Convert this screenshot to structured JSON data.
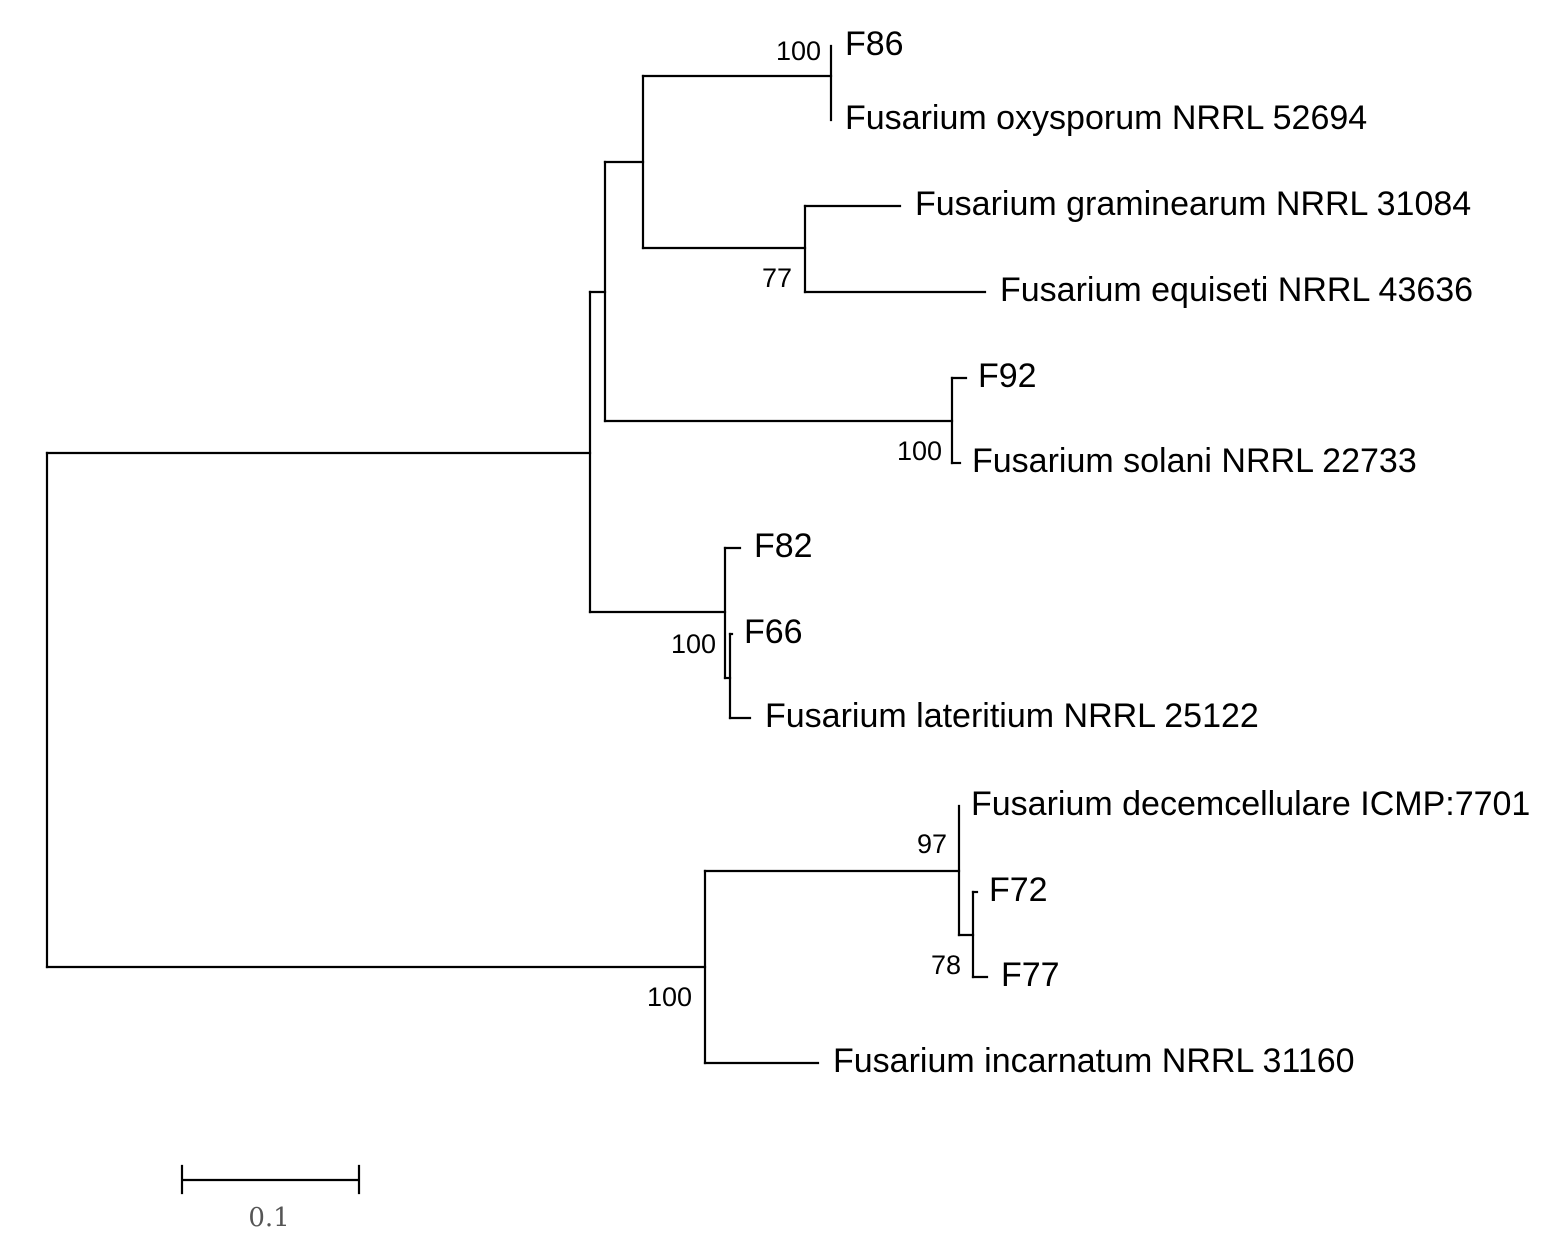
{
  "tree": {
    "taxa": [
      {
        "id": "t1",
        "label": "F86"
      },
      {
        "id": "t2",
        "label": "Fusarium oxysporum NRRL 52694"
      },
      {
        "id": "t3",
        "label": "Fusarium graminearum NRRL 31084"
      },
      {
        "id": "t4",
        "label": "Fusarium equiseti NRRL 43636"
      },
      {
        "id": "t5",
        "label": "F92"
      },
      {
        "id": "t6",
        "label": "Fusarium solani NRRL 22733"
      },
      {
        "id": "t7",
        "label": "F82"
      },
      {
        "id": "t8",
        "label": "F66"
      },
      {
        "id": "t9",
        "label": "Fusarium lateritium NRRL 25122"
      },
      {
        "id": "t10",
        "label": "Fusarium decemcellulare ICMP:7701"
      },
      {
        "id": "t11",
        "label": "F72"
      },
      {
        "id": "t12",
        "label": "F77"
      },
      {
        "id": "t13",
        "label": "Fusarium incarnatum NRRL 31160"
      }
    ],
    "bootstrap": [
      {
        "clade": "F86 + Fusarium oxysporum NRRL 52694",
        "value": "100"
      },
      {
        "clade": "Fusarium graminearum NRRL 31084 + Fusarium equiseti NRRL 43636",
        "value": "77"
      },
      {
        "clade": "F92 + Fusarium solani NRRL 22733",
        "value": "100"
      },
      {
        "clade": "F82 + F66 + Fusarium lateritium NRRL 25122",
        "value": "100"
      },
      {
        "clade": "Fusarium decemcellulare ICMP:7701 + F72 + F77",
        "value": "97"
      },
      {
        "clade": "F72 + F77",
        "value": "78"
      },
      {
        "clade": "Fusarium decemcellulare ICMP:7701 + F72 + F77 + Fusarium incarnatum NRRL 31160",
        "value": "100"
      }
    ]
  },
  "scale_bar": {
    "label": "0.1"
  }
}
